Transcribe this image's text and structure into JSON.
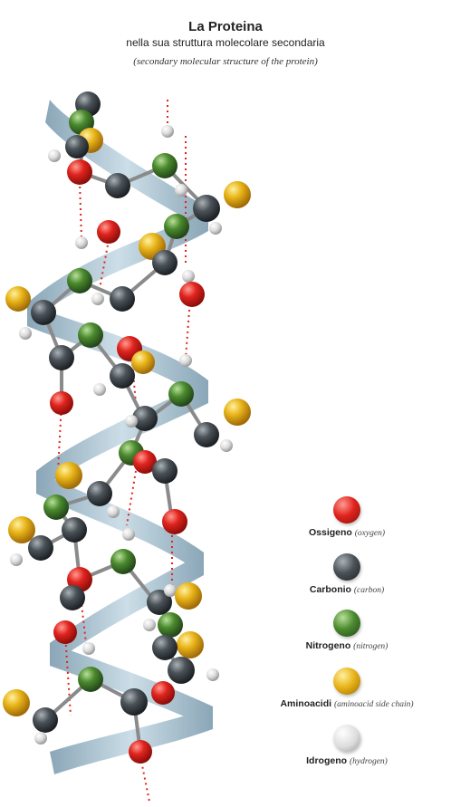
{
  "header": {
    "title": "La Proteina",
    "subtitle": "nella sua struttura molecolare secondaria",
    "translation": "(secondary molecular structure of the protein)"
  },
  "legend": [
    {
      "key": "oxygen",
      "label": "Ossigeno",
      "english": "(oxygen)",
      "color": "#e0241e"
    },
    {
      "key": "carbon",
      "label": "Carbonio",
      "english": "(carbon)",
      "color": "#4a5258"
    },
    {
      "key": "nitrogen",
      "label": "Nitrogeno",
      "english": "(nitrogen)",
      "color": "#4b8a2e"
    },
    {
      "key": "sidechain",
      "label": "Aminoacidi",
      "english": "(aminoacid side chain)",
      "color": "#e8b418"
    },
    {
      "key": "hydrogen",
      "label": "Idrogeno",
      "english": "(hydrogen)",
      "color": "#d8d8d8"
    }
  ],
  "colors": {
    "ribbon": "#a9c2d0",
    "hbond": "#e0241e",
    "bond": "#9a9a9a"
  }
}
